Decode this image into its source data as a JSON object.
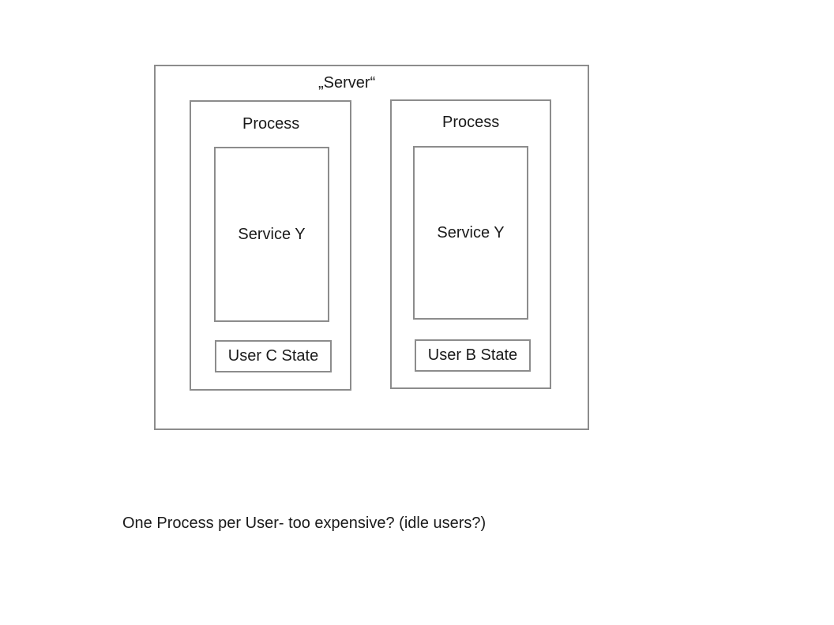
{
  "server": {
    "label": "„Server“"
  },
  "processes": [
    {
      "label": "Process",
      "service": "Service Y",
      "state": "User C State"
    },
    {
      "label": "Process",
      "service": "Service Y",
      "state": "User B State"
    }
  ],
  "caption": "One Process per User- too expensive? (idle users?)",
  "colors": {
    "border": "#8c8c8c",
    "text": "#1a1a1a",
    "background": "#ffffff"
  }
}
